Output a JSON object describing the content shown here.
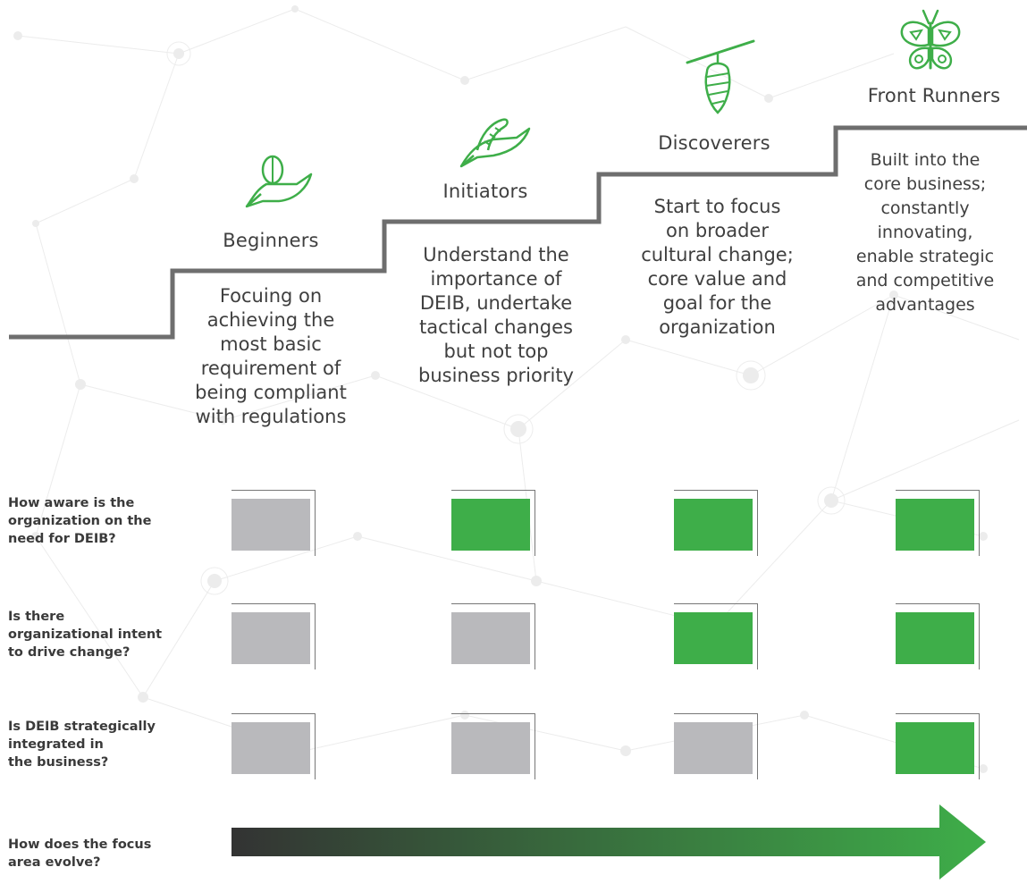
{
  "stages": [
    {
      "name": "Beginners",
      "icon": "seed-leaf-icon",
      "description": [
        "Focuing on",
        "achieving the",
        "most basic",
        "requirement of",
        "being compliant",
        "with regulations"
      ]
    },
    {
      "name": "Initiators",
      "icon": "caterpillar-leaf-icon",
      "description": [
        "Understand the",
        "importance of",
        "DEIB, undertake",
        "tactical changes",
        "but not top",
        "business priority"
      ]
    },
    {
      "name": "Discoverers",
      "icon": "cocoon-icon",
      "description": [
        "Start to focus",
        "on broader",
        "cultural change;",
        "core value and",
        "goal for the",
        "organization"
      ]
    },
    {
      "name": "Front Runners",
      "icon": "butterfly-icon",
      "description": [
        "Built into the",
        "core business;",
        "constantly",
        "innovating,",
        "enable strategic",
        "and competitive",
        "advantages"
      ]
    }
  ],
  "questions": [
    {
      "text": "How aware is the organization on the need for DEIB?",
      "lines": [
        "How aware is the",
        "organization on the",
        "need for DEIB?"
      ],
      "values": [
        false,
        true,
        true,
        true
      ]
    },
    {
      "text": "Is there organizational intent to drive change?",
      "lines": [
        "Is there",
        "organizational intent",
        "to drive change?"
      ],
      "values": [
        false,
        false,
        true,
        true
      ]
    },
    {
      "text": "Is DEIB strategically integrated in the business?",
      "lines": [
        "Is DEIB strategically",
        "integrated in",
        "the business?"
      ],
      "values": [
        false,
        false,
        false,
        true
      ]
    }
  ],
  "focus": {
    "lines": [
      "How does the focus",
      "area evolve?"
    ]
  },
  "colors": {
    "active": "#3eae49",
    "inactive": "#b9b9bc",
    "stairs": "#6e6e6e",
    "arrow_start": "#333333",
    "arrow_end": "#3eae49"
  }
}
